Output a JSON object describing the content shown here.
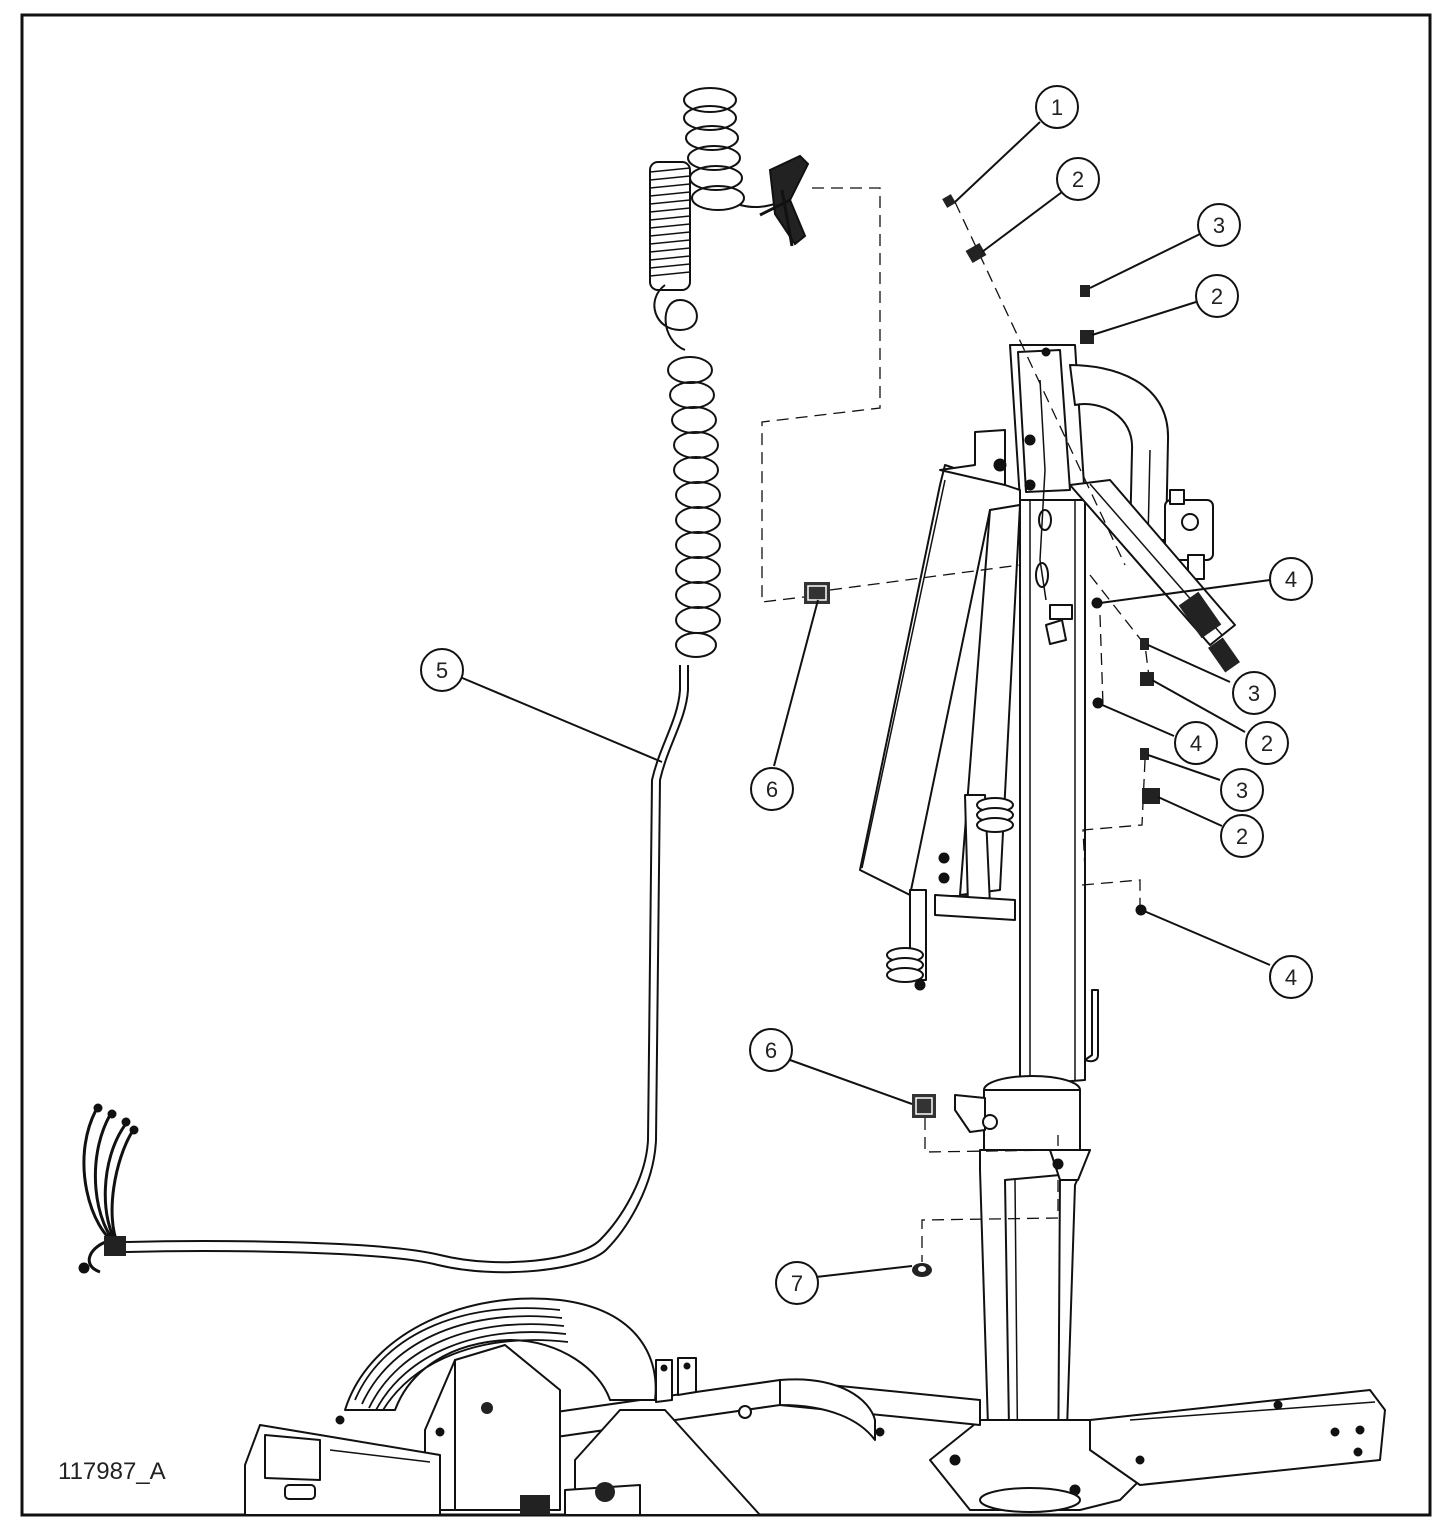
{
  "drawing_number": "117987_A",
  "callouts": [
    {
      "id": "callout-1-top",
      "label": "1"
    },
    {
      "id": "callout-2-top",
      "label": "2"
    },
    {
      "id": "callout-3-upper",
      "label": "3"
    },
    {
      "id": "callout-2-upper",
      "label": "2"
    },
    {
      "id": "callout-4-upper",
      "label": "4"
    },
    {
      "id": "callout-5",
      "label": "5"
    },
    {
      "id": "callout-6-upper",
      "label": "6"
    },
    {
      "id": "callout-3-middle",
      "label": "3"
    },
    {
      "id": "callout-4-middle",
      "label": "4"
    },
    {
      "id": "callout-2-middle",
      "label": "2"
    },
    {
      "id": "callout-3-lower",
      "label": "3"
    },
    {
      "id": "callout-2-lower",
      "label": "2"
    },
    {
      "id": "callout-4-lower",
      "label": "4"
    },
    {
      "id": "callout-6-lower",
      "label": "6"
    },
    {
      "id": "callout-7",
      "label": "7"
    }
  ]
}
